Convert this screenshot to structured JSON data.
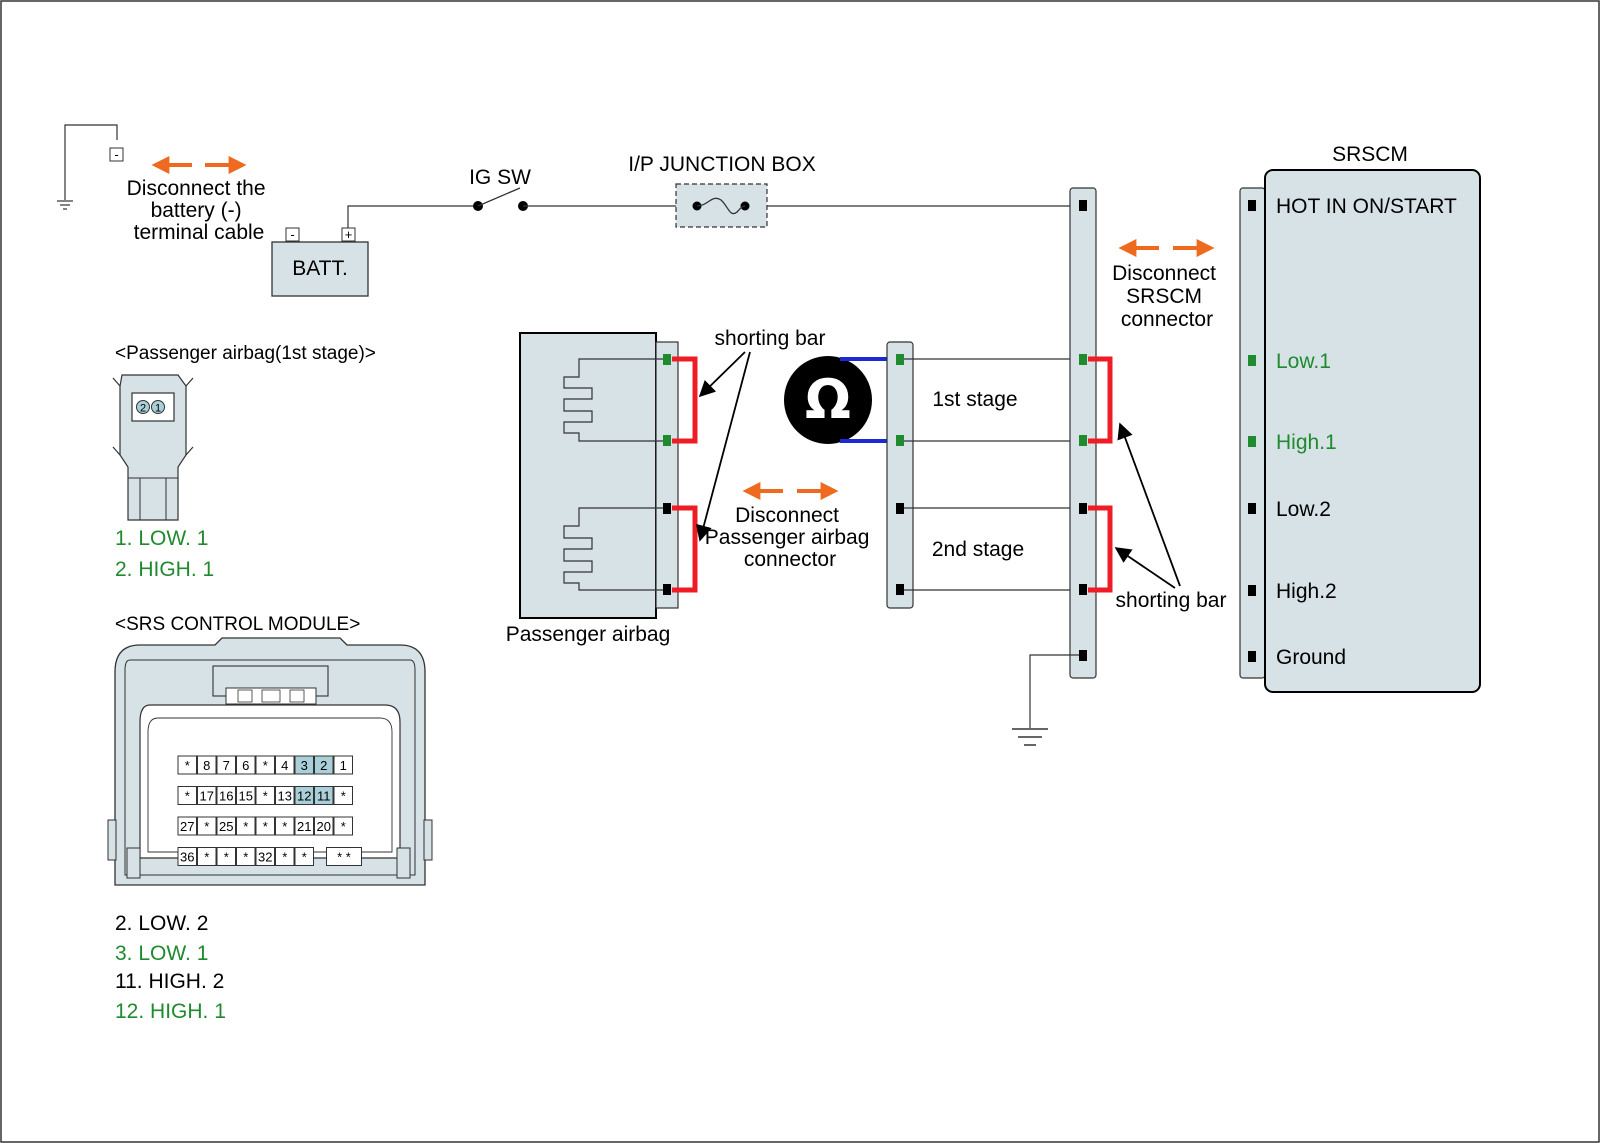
{
  "labels": {
    "battery_disconnect": [
      "Disconnect the",
      "battery (-)",
      "terminal cable"
    ],
    "batt": "BATT.",
    "batt_minus": "-",
    "batt_plus": "+",
    "ground_terminal_minus": "-",
    "ig_sw": "IG SW",
    "ip_junction_box": "I/P JUNCTION BOX",
    "srscm_title": "SRSCM",
    "srscm_disconnect": [
      "Disconnect",
      "SRSCM",
      "connector"
    ],
    "passenger_disconnect": [
      "Disconnect",
      "Passenger airbag",
      "connector"
    ],
    "shorting_bar_top": "shorting bar",
    "shorting_bar_bottom": "shorting bar",
    "first_stage": "1st stage",
    "second_stage": "2nd stage",
    "passenger_airbag": "Passenger airbag",
    "ohm_symbol": "Ω"
  },
  "srscm_pins": [
    {
      "label": "HOT IN ON/START",
      "color": "black"
    },
    {
      "label": "Low.1",
      "color": "green"
    },
    {
      "label": "High.1",
      "color": "green"
    },
    {
      "label": "Low.2",
      "color": "black"
    },
    {
      "label": "High.2",
      "color": "black"
    },
    {
      "label": "Ground",
      "color": "black"
    }
  ],
  "passenger_connector": {
    "title": "<Passenger airbag(1st stage)>",
    "pin_numbers": [
      "2",
      "1"
    ],
    "legend": [
      "1. LOW. 1",
      "2. HIGH. 1"
    ]
  },
  "srs_module": {
    "title": "<SRS CONTROL MODULE>",
    "rows": [
      [
        "*",
        "8",
        "7",
        "6",
        "*",
        "4",
        "3",
        "2",
        "1"
      ],
      [
        "*",
        "17",
        "16",
        "15",
        "*",
        "13",
        "12",
        "11",
        "*"
      ],
      [
        "27",
        "*",
        "25",
        "*",
        "*",
        "*",
        "21",
        "20",
        "*"
      ],
      [
        "36",
        "*",
        "*",
        "*",
        "32",
        "*",
        "*",
        "",
        "* *"
      ]
    ],
    "highlighted": [
      "3",
      "2",
      "12",
      "11"
    ],
    "legend": [
      {
        "text": "2. LOW. 2",
        "color": "black"
      },
      {
        "text": "3. LOW. 1",
        "color": "green"
      },
      {
        "text": "11. HIGH. 2",
        "color": "black"
      },
      {
        "text": "12. HIGH. 1",
        "color": "green"
      }
    ]
  },
  "colors": {
    "accent_orange": "#ee6a1e",
    "shorting_red": "#ee1c24",
    "meter_blue": "#1a2bd6",
    "terminal_green": "#1f8a2e",
    "connector_fill": "#d6e2e6",
    "highlight_cell": "#a9cfd8"
  }
}
